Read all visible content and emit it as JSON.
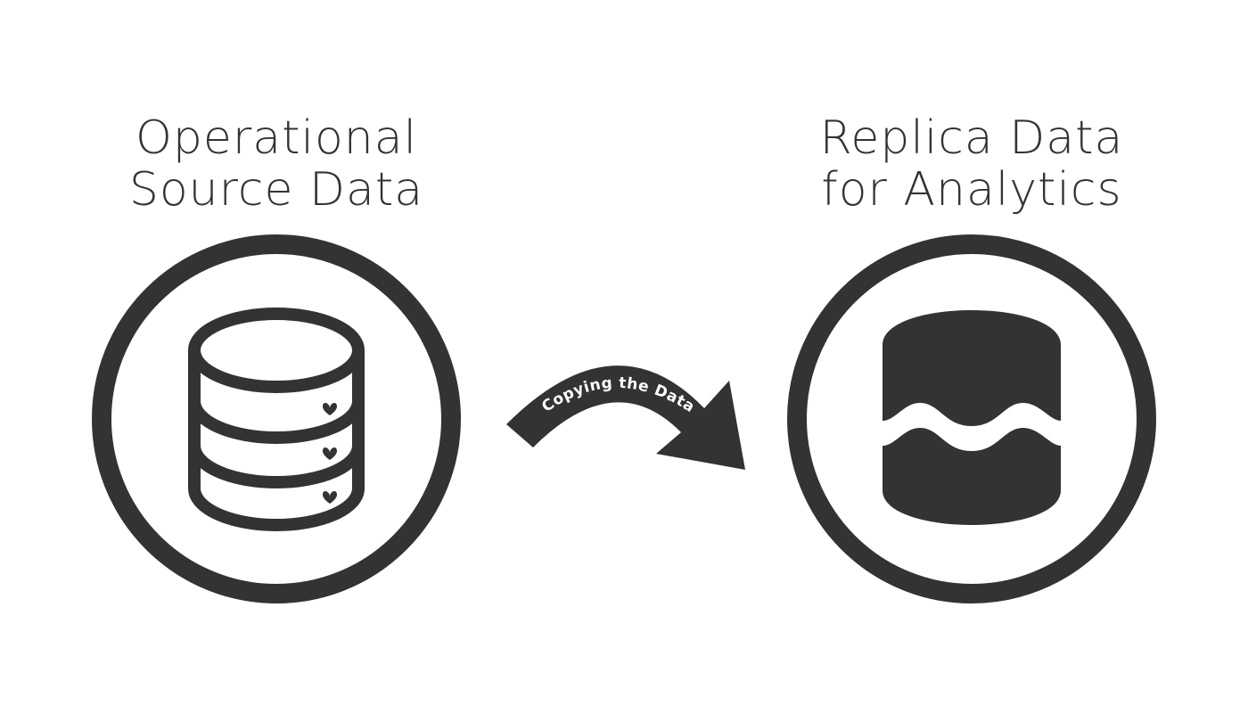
{
  "source": {
    "title_line1": "Operational",
    "title_line2": "Source Data"
  },
  "replica": {
    "title_line1": "Replica Data",
    "title_line2": "for Analytics"
  },
  "arrow": {
    "label": "Copying the Data"
  },
  "colors": {
    "ink": "#333333",
    "background": "#ffffff"
  }
}
